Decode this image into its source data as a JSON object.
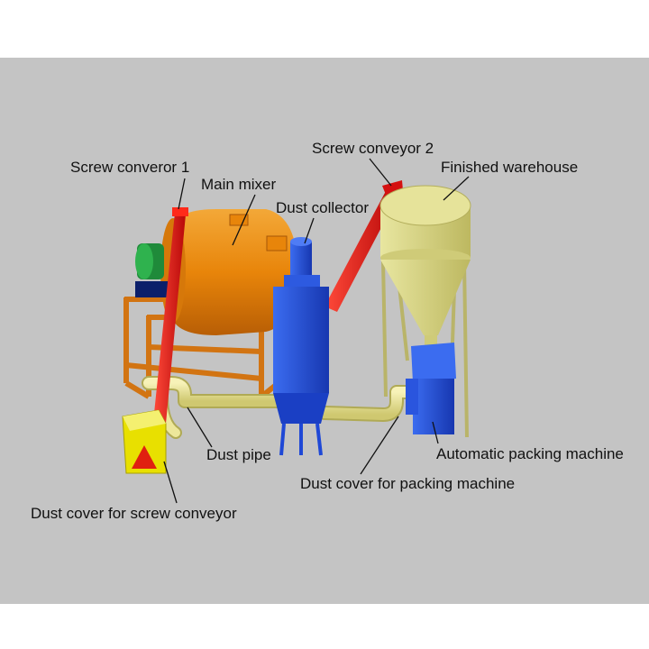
{
  "labels": {
    "screw_conveyor_1": "Screw converor 1",
    "main_mixer": "Main mixer",
    "screw_conveyor_2": "Screw conveyor 2",
    "finished_warehouse": "Finished warehouse",
    "dust_collector": "Dust collector",
    "dust_pipe": "Dust pipe",
    "automatic_packing_machine": "Automatic packing machine",
    "dust_cover_packing": "Dust cover for packing machine",
    "dust_cover_screw": "Dust cover for screw conveyor"
  },
  "colors": {
    "background": "#c4c4c4",
    "mixer": "#e8850a",
    "frame": "#e0821c",
    "screw_conveyor": "#e01010",
    "dust_collector": "#1f48d6",
    "warehouse": "#d6d37a",
    "pipe": "#ede79a",
    "motor": "#1f8a3a",
    "packing_machine": "#1f48d6",
    "dust_cover": "#e8e000"
  }
}
